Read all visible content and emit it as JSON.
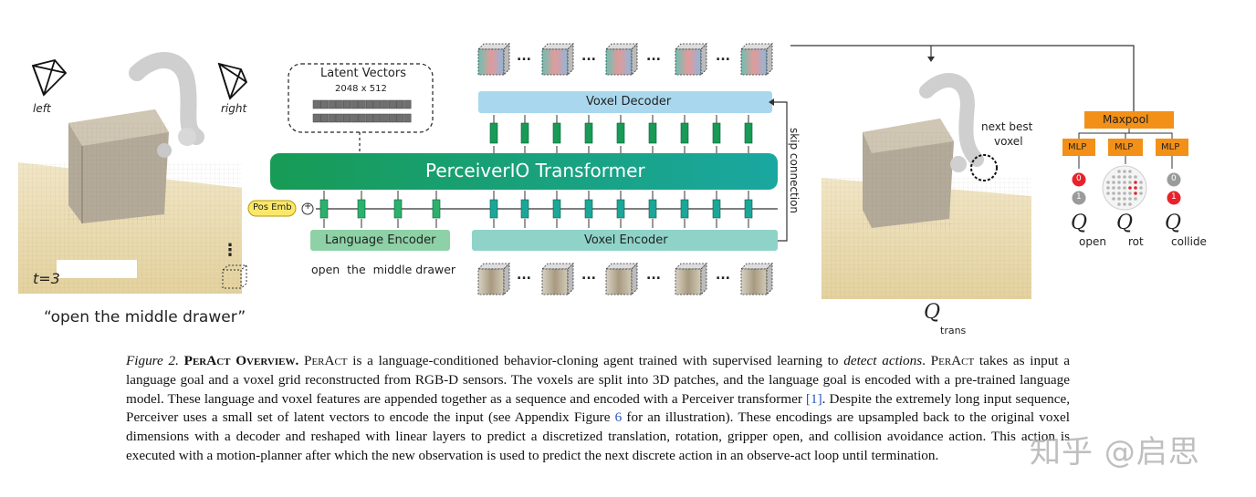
{
  "figure": {
    "left_scene": {
      "camera_left": "left",
      "camera_right": "right",
      "timestep": "t=3",
      "instruction": "“open the middle drawer”"
    },
    "latent": {
      "title": "Latent Vectors",
      "dims": "2048 x 512"
    },
    "transformer_label": "PerceiverIO Transformer",
    "voxel_decoder": "Voxel Decoder",
    "voxel_encoder": "Voxel Encoder",
    "language_encoder": "Language Encoder",
    "language_input": "open  the  middle drawer",
    "pos_emb": "Pos Emb",
    "plus": "+",
    "skip_connection": "skip connection",
    "ellipsis": "...",
    "vertical_dots": "⋮",
    "right_scene": {
      "next_best": "next best",
      "voxel": "voxel",
      "q_trans": "Q",
      "q_trans_sub": "trans"
    },
    "heads": {
      "maxpool": "Maxpool",
      "mlp": [
        "MLP",
        "MLP",
        "MLP"
      ],
      "q": "Q",
      "open_label": "open",
      "rot_label": "rot",
      "collide_label": "collide",
      "open_bits": [
        "0",
        "1"
      ],
      "collide_bits": [
        "0",
        "1"
      ]
    },
    "colors": {
      "teal": "#1aa79a",
      "green": "#179b55",
      "decoder_blue": "#a9d8ee",
      "encoder_teal": "#8fd3c8",
      "lang_green": "#8ed1a7",
      "orange": "#f29018",
      "red": "#e8222b",
      "grey": "#9b9b9b",
      "posemb_yellow": "#fbe86a"
    }
  },
  "caption": {
    "fig_label": "Figure 2.",
    "title": "PerAct Overview.",
    "p1": "PerAct",
    "t1": " is a language-conditioned behavior-cloning agent trained with supervised learning to ",
    "t1_it": "detect actions",
    "t1_end": ".",
    "p2": "PerAct",
    "t2": " takes as input a language goal and a voxel grid reconstructed from RGB-D sensors.  The voxels are split into 3D patches, and the language goal is encoded with a pre-trained language model.  These language and voxel features are appended together as a sequence and encoded with a Perceiver transformer ",
    "ref1": "[1]",
    "t3": ". Despite the extremely long input sequence, Perceiver uses a small set of latent vectors to encode the input (see Appendix Figure ",
    "ref2": "6",
    "t4": " for an illustration).  These encodings are upsampled back to the original voxel dimensions with a decoder and reshaped with linear layers to predict a discretized translation, rotation, gripper open, and collision avoidance action. This action is executed with a motion-planner after which the new observation is used to predict the next discrete action in an observe-act loop until termination."
  },
  "watermark": "知乎 @启思"
}
